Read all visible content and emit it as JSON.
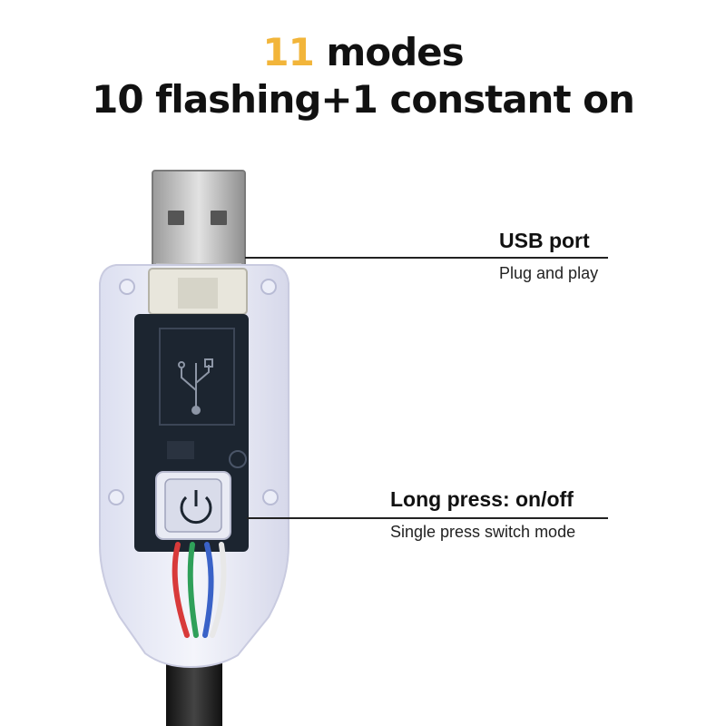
{
  "headline": {
    "count": "11",
    "line1_rest": " modes",
    "line2": "10 flashing+1 constant on"
  },
  "callouts": [
    {
      "title": "USB port",
      "subtitle": "Plug and play"
    },
    {
      "title": "Long press: on/off",
      "subtitle": "Single press switch mode"
    }
  ],
  "colors": {
    "accent": "#f2b53a",
    "text": "#111111",
    "pcb": "#1c2530",
    "wire_red": "#d83a3a",
    "wire_green": "#2fa05a",
    "wire_blue": "#3a62c8"
  },
  "icons": [
    "usb-symbol-icon",
    "power-icon"
  ]
}
